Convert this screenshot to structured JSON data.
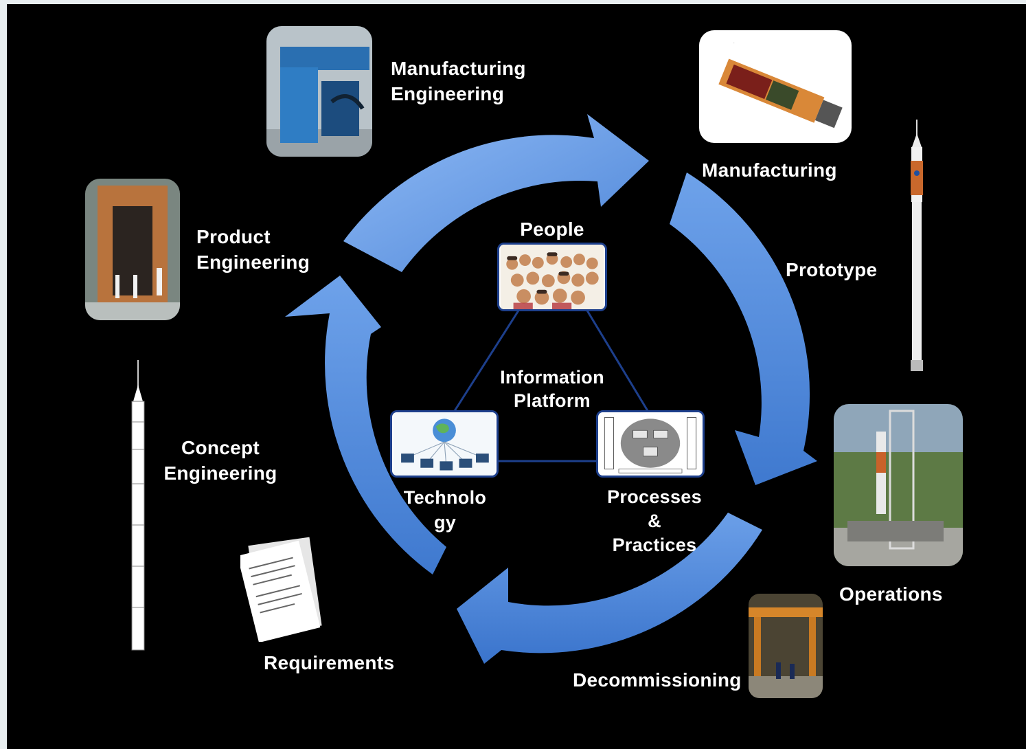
{
  "diagram": {
    "center_label": "Information\nPlatform",
    "triad": {
      "people": "People",
      "technology": "Technolo\ngy",
      "processes": "Processes\n&\nPractices"
    },
    "stages": {
      "manufacturing_engineering": "Manufacturing\nEngineering",
      "manufacturing": "Manufacturing",
      "prototype": "Prototype",
      "operations": "Operations",
      "decommissioning": "Decommissioning",
      "requirements": "Requirements",
      "concept_engineering": "Concept\nEngineering",
      "product_engineering": "Product\nEngineering"
    },
    "colors": {
      "background": "#000000",
      "cycle_arrow": "#6a9fe6",
      "triangle_lines": "#1d3f8c",
      "text": "#ffffff"
    }
  }
}
